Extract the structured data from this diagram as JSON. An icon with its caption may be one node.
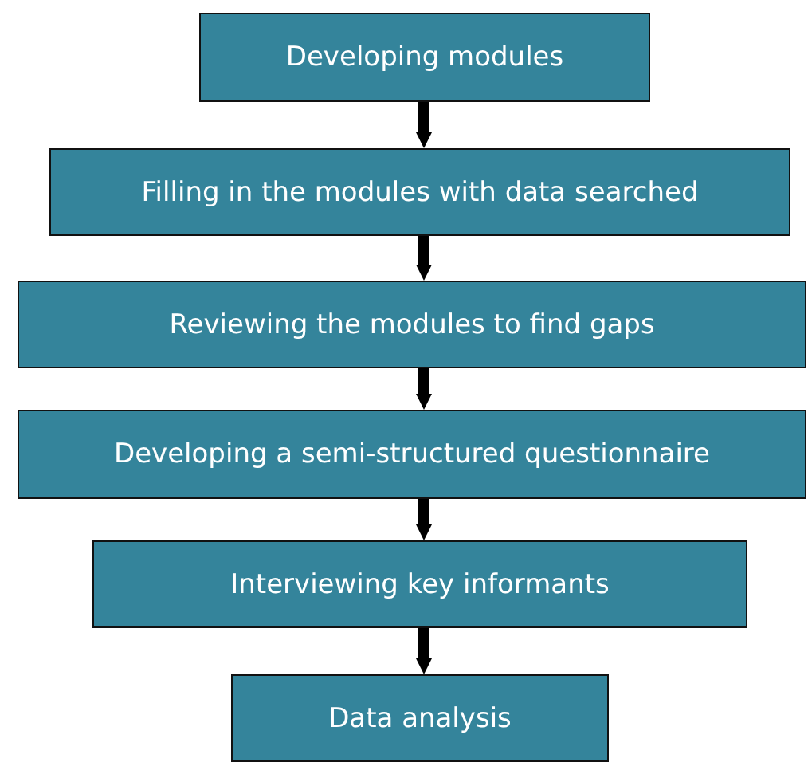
{
  "diagram": {
    "nodes": [
      {
        "text": [
          "Developing modules"
        ]
      },
      {
        "text": [
          "Filling in the modules with data searched"
        ]
      },
      {
        "text": [
          "Reviewing the modules to find gaps"
        ]
      },
      {
        "text": [
          "Developing a semi-structured questionnaire"
        ]
      },
      {
        "text": [
          "Interviewing key informants"
        ]
      },
      {
        "text": [
          "Data analysis"
        ]
      }
    ],
    "edges": [
      {
        "from": 0,
        "to": 1,
        "arrow": "to"
      },
      {
        "from": 1,
        "to": 2,
        "arrow": "to"
      },
      {
        "from": 2,
        "to": 3,
        "arrow": "to"
      },
      {
        "from": 3,
        "to": 4,
        "arrow": "to"
      },
      {
        "from": 4,
        "to": 5,
        "arrow": "to"
      }
    ]
  }
}
